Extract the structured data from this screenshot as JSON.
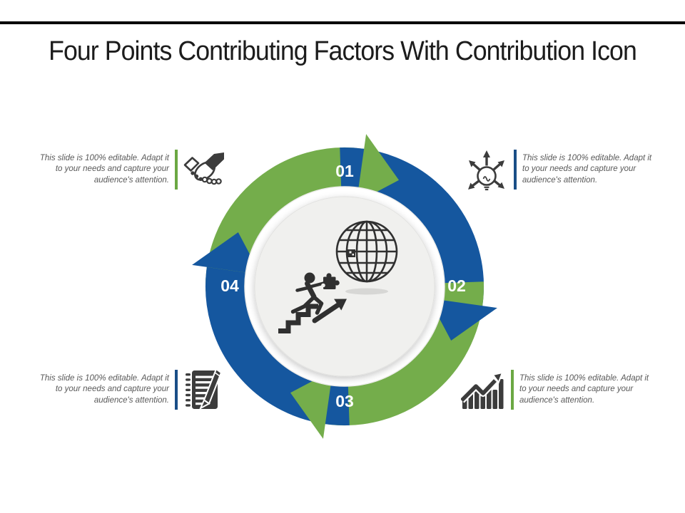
{
  "slide": {
    "title": "Four Points Contributing Factors With Contribution Icon"
  },
  "colors": {
    "divider": "#000000",
    "green": "#74AD4B",
    "blue": "#15579F",
    "accent_green": "#6BA843",
    "accent_blue": "#1A4E87",
    "icon": "#3C3C3C",
    "center_icon": "#303030",
    "center_fill": "#F0F0EE",
    "number_text": "#FFFFFF"
  },
  "cycle": {
    "steps": [
      {
        "number": "01",
        "position": "top",
        "color": "#74AD4B"
      },
      {
        "number": "02",
        "position": "right",
        "color": "#15579F"
      },
      {
        "number": "03",
        "position": "bottom",
        "color": "#74AD4B"
      },
      {
        "number": "04",
        "position": "left",
        "color": "#15579F"
      }
    ],
    "center_icons": [
      "globe-icon",
      "person-climbing-stairs-with-puzzle-icon"
    ]
  },
  "callouts": [
    {
      "position": "top-left",
      "icon": "handshake-icon",
      "accent_color": "#6BA843",
      "text": "This slide is 100% editable. Adapt it to your needs and capture your audience's attention."
    },
    {
      "position": "top-right",
      "icon": "idea-bulb-arrows-icon",
      "accent_color": "#1A4E87",
      "text": "This slide is 100% editable. Adapt it to your needs and capture your audience's attention."
    },
    {
      "position": "bottom-left",
      "icon": "notepad-pencil-icon",
      "accent_color": "#1A4E87",
      "text": "This slide is 100% editable. Adapt it to your needs and capture your audience's attention."
    },
    {
      "position": "bottom-right",
      "icon": "growth-bar-chart-icon",
      "accent_color": "#6BA843",
      "text": "This slide is 100% editable. Adapt it to your needs and capture your audience's attention."
    }
  ]
}
